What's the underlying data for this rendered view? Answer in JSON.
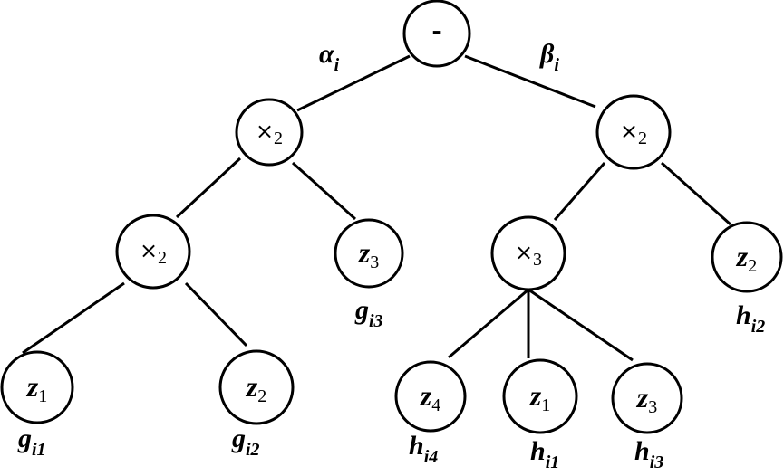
{
  "nodes": {
    "root": {
      "main": "-",
      "sub": ""
    },
    "left_times": {
      "main": "×",
      "sub": "2"
    },
    "right_times": {
      "main": "×",
      "sub": "2"
    },
    "left_inner_times": {
      "main": "×",
      "sub": "2"
    },
    "right_inner_times": {
      "main": "×",
      "sub": "3"
    },
    "leaf_z3_mid": {
      "main": "z",
      "sub": "3"
    },
    "leaf_z2_right": {
      "main": "z",
      "sub": "2"
    },
    "leaf_z1_left": {
      "main": "z",
      "sub": "1"
    },
    "leaf_z2_left": {
      "main": "z",
      "sub": "2"
    },
    "leaf_z4": {
      "main": "z",
      "sub": "4"
    },
    "leaf_z1_right": {
      "main": "z",
      "sub": "1"
    },
    "leaf_z3_right": {
      "main": "z",
      "sub": "3"
    }
  },
  "labels": {
    "alpha": {
      "main": "α",
      "sub": "i"
    },
    "beta": {
      "main": "β",
      "sub": "i"
    },
    "g_i3": {
      "main": "g",
      "sub": "i3"
    },
    "h_i2": {
      "main": "h",
      "sub": "i2"
    },
    "g_i1": {
      "main": "g",
      "sub": "i1"
    },
    "g_i2": {
      "main": "g",
      "sub": "i2"
    },
    "h_i4": {
      "main": "h",
      "sub": "i4"
    },
    "h_i1": {
      "main": "h",
      "sub": "i1"
    },
    "h_i3": {
      "main": "h",
      "sub": "i3"
    }
  }
}
